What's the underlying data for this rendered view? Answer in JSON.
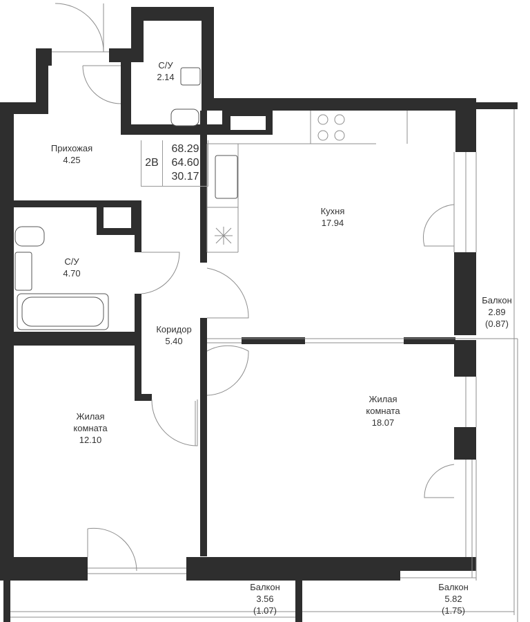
{
  "apartment": {
    "type": "2В",
    "total_area": "68.29",
    "living_total": "64.60",
    "living_area": "30.17"
  },
  "rooms": [
    {
      "name": "С/У",
      "area": "2.14"
    },
    {
      "name": "Прихожая",
      "area": "4.25"
    },
    {
      "name": "Кухня",
      "area": "17.94"
    },
    {
      "name": "С/У",
      "area": "4.70"
    },
    {
      "name": "Коридор",
      "area": "5.40"
    },
    {
      "name": "Жилая комната",
      "area": "12.10"
    },
    {
      "name": "Жилая комната",
      "area": "18.07"
    }
  ],
  "balconies": [
    {
      "name": "Балкон",
      "area": "2.89",
      "reduced": "(0.87)"
    },
    {
      "name": "Балкон",
      "area": "3.56",
      "reduced": "(1.07)"
    },
    {
      "name": "Балкон",
      "area": "5.82",
      "reduced": "(1.75)"
    }
  ],
  "colors": {
    "wall": "#2e2e2e",
    "line": "#8c8c8c"
  }
}
